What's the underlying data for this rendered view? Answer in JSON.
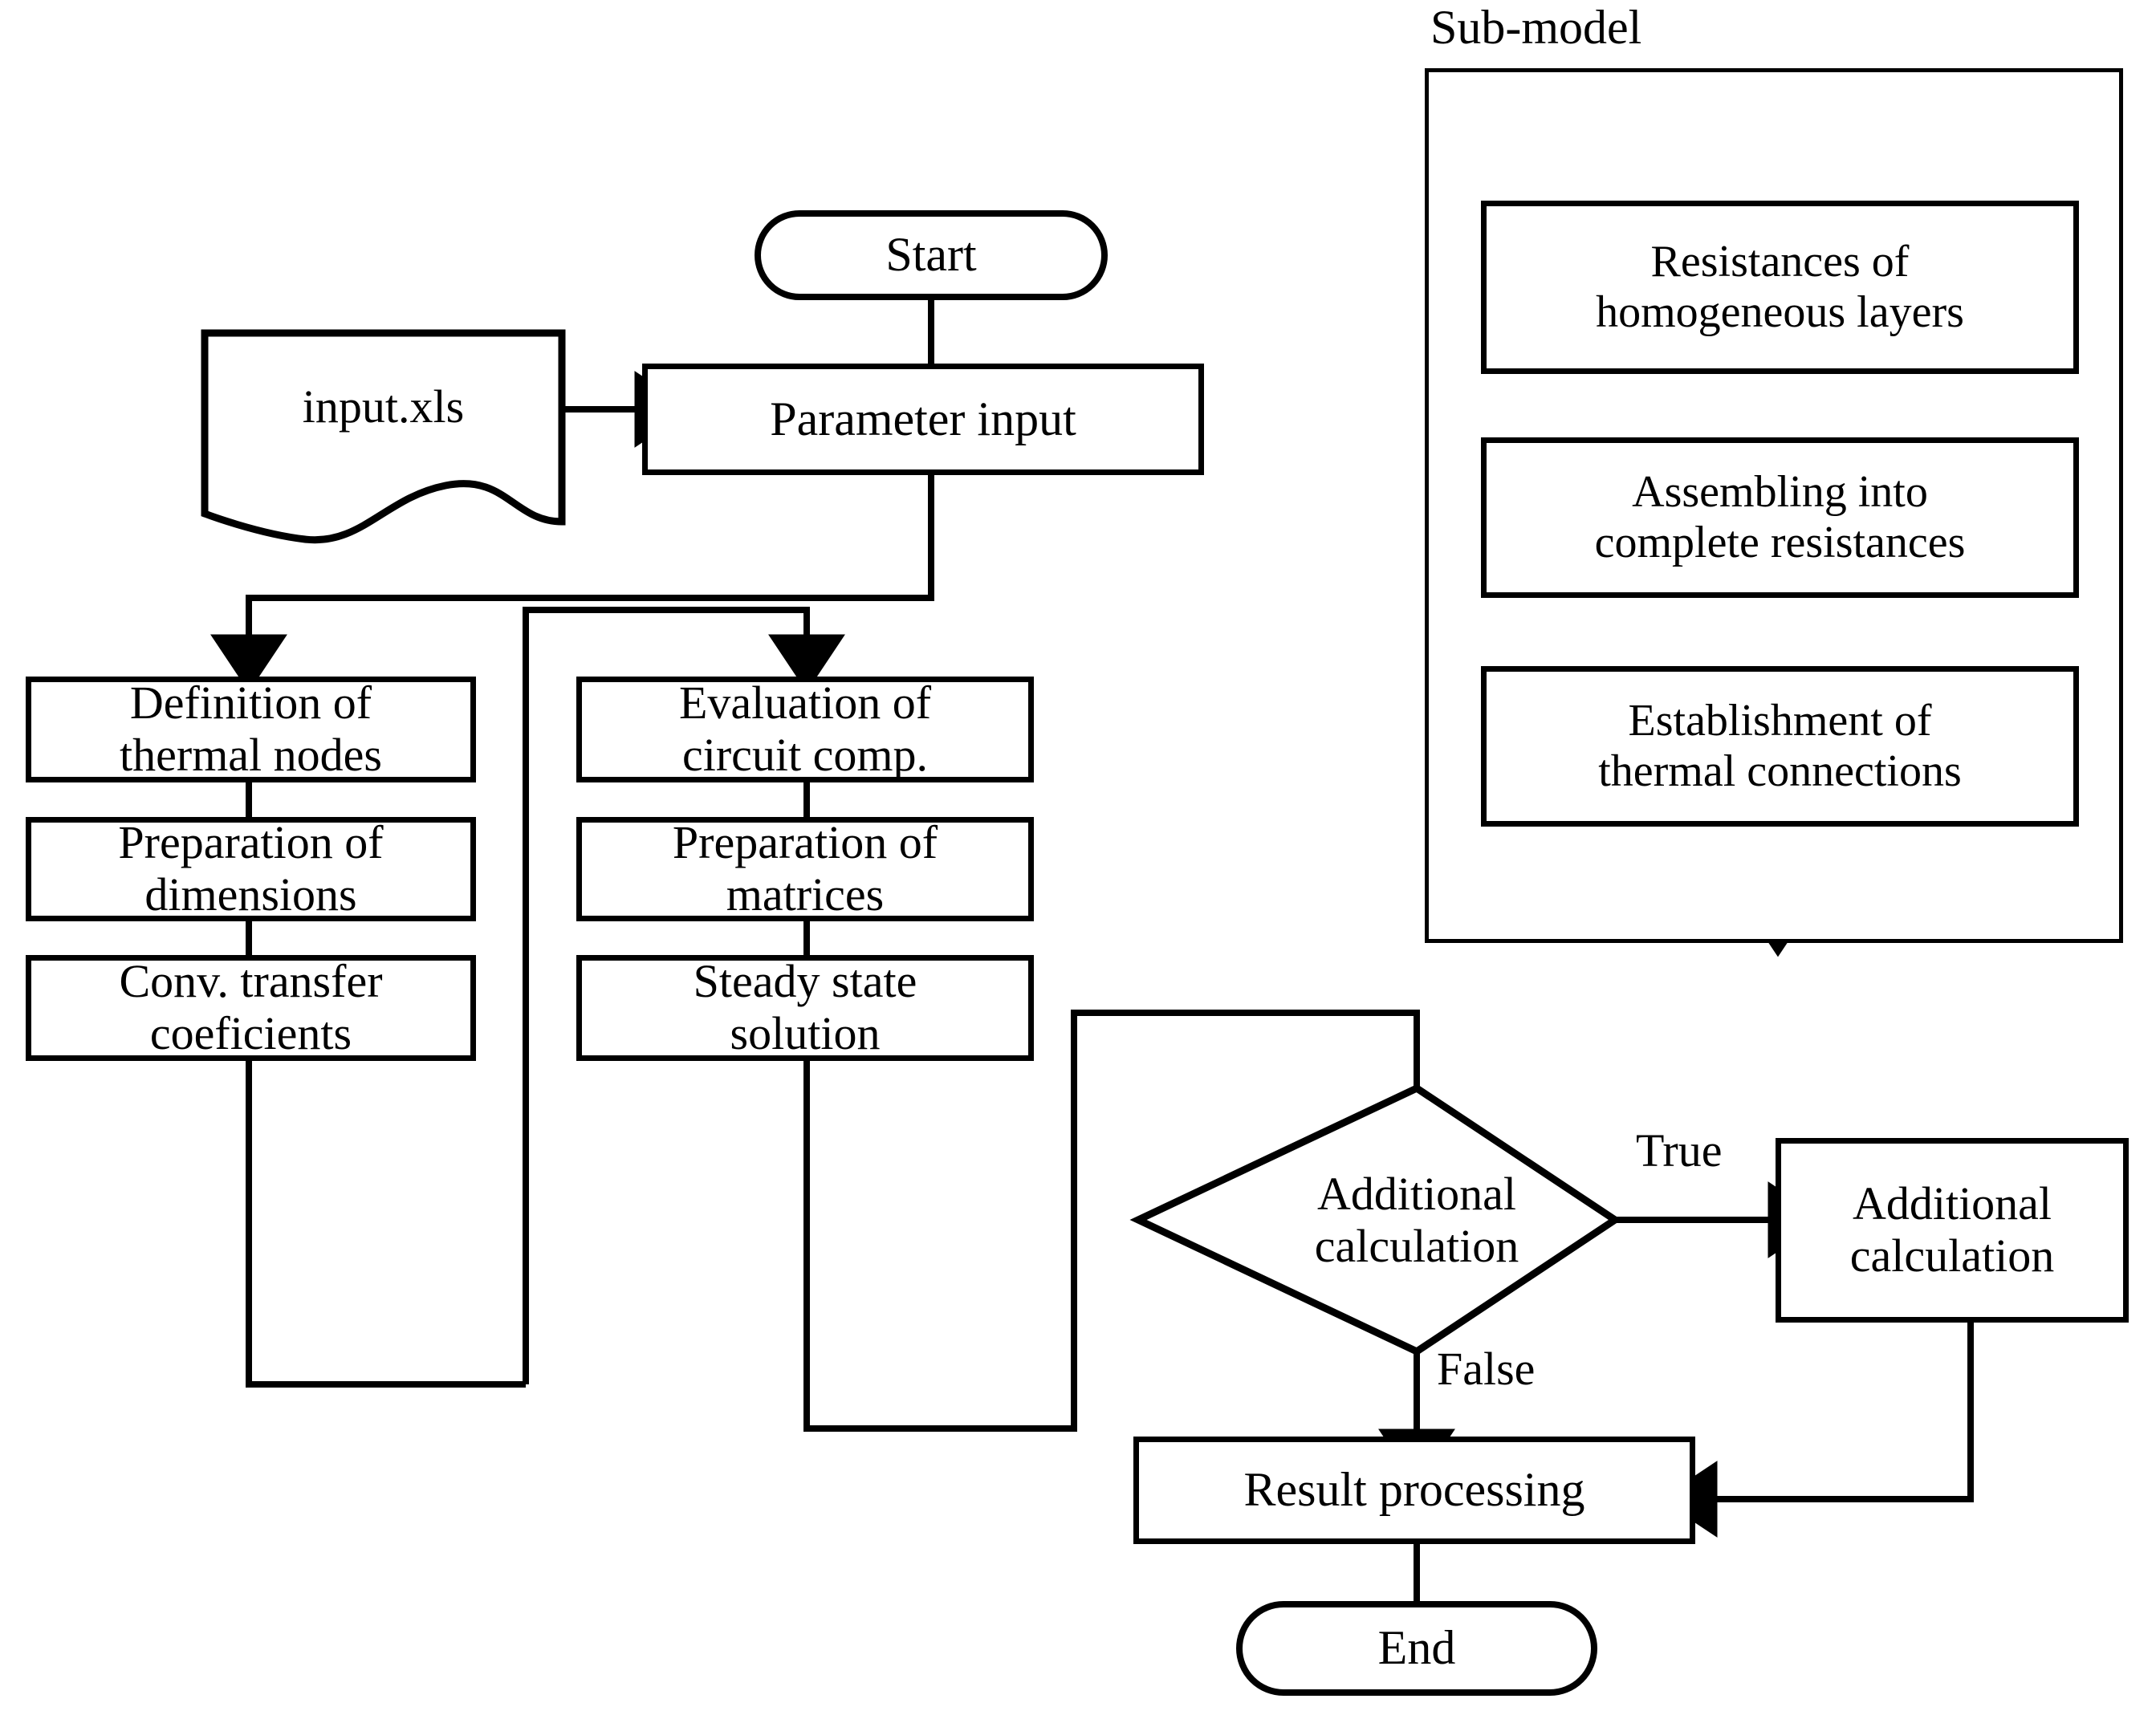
{
  "diagram": {
    "title_visible": false,
    "stroke_color": "#000000",
    "background_color": "#ffffff"
  },
  "main_flow": {
    "start": {
      "label": "Start"
    },
    "input_file": {
      "label": "input.xls"
    },
    "parameter_input": {
      "label": "Parameter input"
    },
    "left_column": [
      {
        "label": "Definition of\nthermal nodes",
        "line1": "Definition of",
        "line2": "thermal nodes"
      },
      {
        "label": "Preparation of\ndimensions",
        "line1": "Preparation of",
        "line2": "dimensions"
      },
      {
        "label": "Conv. transfer\ncoeficients",
        "line1": "Conv. transfer",
        "line2": "coeficients"
      }
    ],
    "middle_column": [
      {
        "label": "Evaluation of\ncircuit comp.",
        "line1": "Evaluation of",
        "line2": "circuit comp."
      },
      {
        "label": "Preparation of\nmatrices",
        "line1": "Preparation of",
        "line2": "matrices"
      },
      {
        "label": "Steady state\nsolution",
        "line1": "Steady state",
        "line2": "solution"
      }
    ],
    "decision": {
      "label": "Additional\ncalculation",
      "line1": "Additional",
      "line2": "calculation",
      "true_label": "True",
      "false_label": "False"
    },
    "additional_calculation": {
      "label": "Additional\ncalculation",
      "line1": "Additional",
      "line2": "calculation"
    },
    "result_processing": {
      "label": "Result processing"
    },
    "end": {
      "label": "End"
    }
  },
  "sub_model": {
    "title": "Sub-model",
    "steps": [
      {
        "label": "Resistances of\nhomogeneous layers",
        "line1": "Resistances of",
        "line2": "homogeneous layers"
      },
      {
        "label": "Assembling into\ncomplete resistances",
        "line1": "Assembling into",
        "line2": "complete resistances"
      },
      {
        "label": "Establishment of\nthermal connections",
        "line1": "Establishment of",
        "line2": "thermal connections"
      }
    ]
  }
}
